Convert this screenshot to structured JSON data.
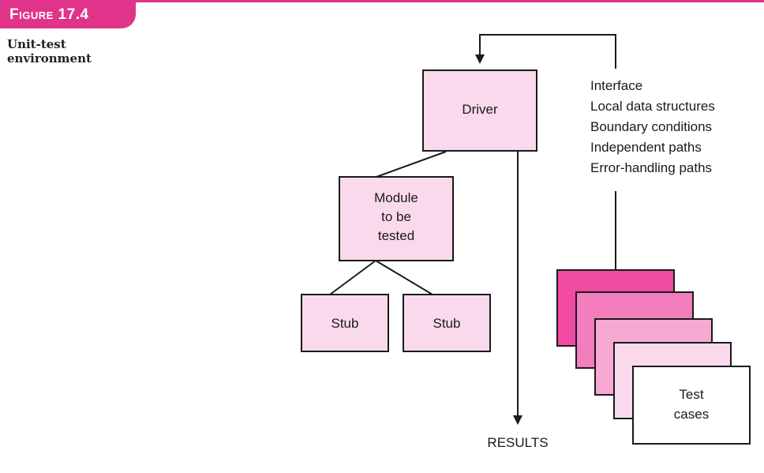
{
  "figure": {
    "label": "Figure 17.4",
    "caption_line1": "Unit-test",
    "caption_line2": "environment"
  },
  "nodes": {
    "driver": "Driver",
    "module_line1": "Module",
    "module_line2": "to be",
    "module_line3": "tested",
    "stub_left": "Stub",
    "stub_right": "Stub",
    "test_cases_line1": "Test",
    "test_cases_line2": "cases",
    "results": "RESULTS"
  },
  "test_criteria": [
    "Interface",
    "Local data structures",
    "Boundary conditions",
    "Independent paths",
    "Error-handling paths"
  ],
  "colors": {
    "accent": "#e0338a",
    "box_fill": "#fbd9ec",
    "card_1": "#f04aa2",
    "card_2": "#f47dbd",
    "card_3": "#f7a9d3",
    "card_4": "#fbd9ec",
    "card_5": "#ffffff"
  }
}
